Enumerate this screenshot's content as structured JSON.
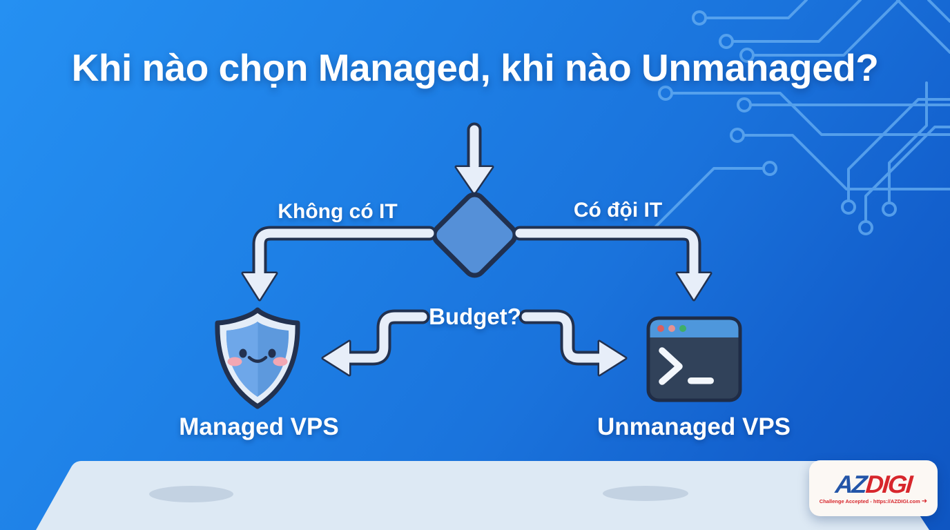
{
  "title": "Khi nào chọn Managed, khi nào Unmanaged?",
  "flowchart": {
    "decision_left_label": "Không có IT",
    "decision_right_label": "Có đội IT",
    "budget_label": "Budget?",
    "left_result_label": "Managed VPS",
    "right_result_label": "Unmanaged VPS"
  },
  "logo": {
    "brand_az": "AZ",
    "brand_digi": "DIGI",
    "tagline": "Challenge Accepted - https://AZDIGI.com",
    "tagline_arrow": "➜"
  },
  "icons": {
    "decision_diamond": "rounded-diamond flowchart decision node",
    "shield_face": "smiling shield (managed / protected)",
    "terminal_window": "terminal prompt window (unmanaged / self-managed)",
    "window_dots": [
      "red",
      "pink",
      "green"
    ],
    "circuit_pattern": "PCB trace decoration, top right"
  },
  "colors": {
    "background_start": "#2590f2",
    "background_end": "#0f56c2",
    "outline_navy": "#22314f",
    "arrow_fill": "#e7eef9",
    "diamond_fill": "#5590d8",
    "circuit_line": "#66aef2",
    "surface": "#dde9f4",
    "surface_shadow": "#c3d2e2",
    "shield_outer": "#e4edf8",
    "shield_inner": "#5d99dd",
    "shield_inner_light": "#6ea7e9",
    "blush_pink": "#f2a7b3",
    "terminal_body": "#31425a",
    "terminal_header": "#4e97dc",
    "dot_red": "#d95f5f",
    "dot_pink": "#e69292",
    "dot_green": "#3fae67",
    "logo_blue": "#2355a8",
    "logo_red": "#d7262c",
    "text_white": "#ffffff"
  }
}
